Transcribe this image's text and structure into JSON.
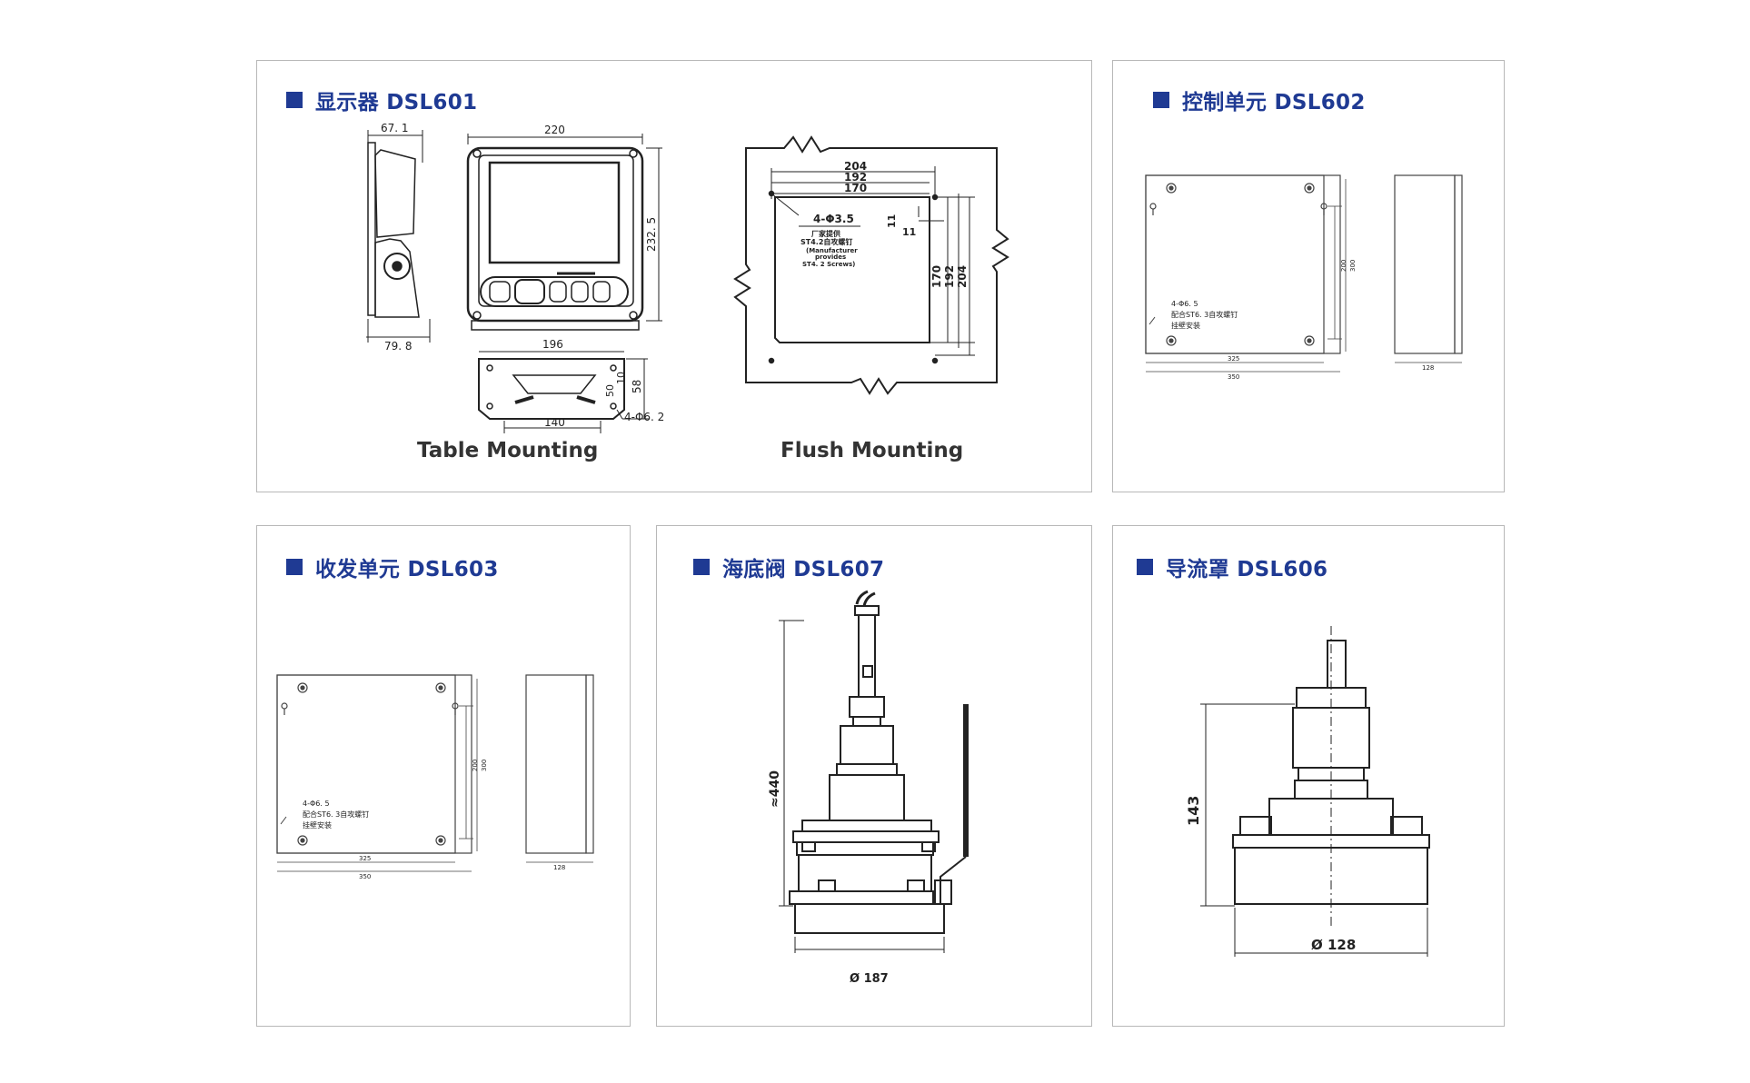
{
  "panels": {
    "p601": {
      "title": "显示器 DSL601",
      "caption_left": "Table Mounting",
      "caption_right": "Flush Mounting",
      "dims": {
        "side_top": "67. 1",
        "side_bottom": "79. 8",
        "front_width": "220",
        "front_height": "232. 5",
        "bracket_width": "196",
        "bracket_bottom": "140",
        "bracket_h1": "10",
        "bracket_h2": "50",
        "bracket_h3": "58",
        "bracket_hole": "4-Φ6. 2",
        "cut_204": "204",
        "cut_192": "192",
        "cut_170": "170",
        "cut_11a": "11",
        "cut_11b": "11",
        "cut_v170": "170",
        "cut_v192": "192",
        "cut_v204": "204",
        "hole_note": "4-Φ3.5",
        "note_cn": "厂家提供",
        "note_cn2": "ST4.2自攻螺钉",
        "note_en1": "(Manufacturer",
        "note_en2": "provides",
        "note_en3": "ST4. 2 Screws)"
      }
    },
    "p602": {
      "title": "控制单元 DSL602",
      "dims": {
        "hole": "4-Φ6. 5",
        "note1": "配合ST6. 3自攻螺钉",
        "note2": "挂壁安装",
        "w1": "325",
        "w2": "350",
        "h1": "200",
        "h2": "300",
        "depth": "128"
      }
    },
    "p603": {
      "title": "收发单元 DSL603",
      "dims": {
        "hole": "4-Φ6. 5",
        "note1": "配合ST6. 3自攻螺钉",
        "note2": "挂壁安装",
        "w1": "325",
        "w2": "350",
        "h1": "200",
        "h2": "300",
        "depth": "128"
      }
    },
    "p607": {
      "title": "海底阀 DSL607",
      "dims": {
        "height": "≈440",
        "diameter": "Ø 187"
      }
    },
    "p606": {
      "title": "导流罩 DSL606",
      "dims": {
        "height": "143",
        "diameter": "Ø 128"
      }
    }
  }
}
